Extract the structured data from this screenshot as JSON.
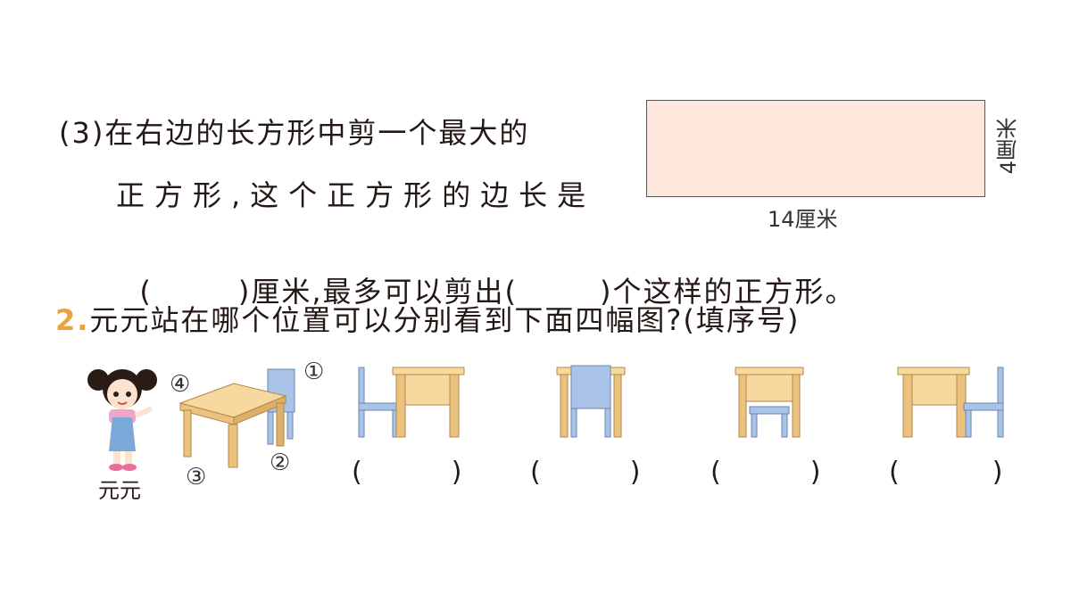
{
  "q3": {
    "line1": "(3)在右边的长方形中剪一个最大的",
    "line2": "正方形,这个正方形的边长是",
    "line3_a": "(",
    "line3_b": ")厘米,最多可以剪出(",
    "line3_c": ")个这样的正方形。",
    "rect_width_label": "14厘米",
    "rect_height_label": "4厘米"
  },
  "q2": {
    "number": "2.",
    "text": "元元站在哪个位置可以分别看到下面四幅图?(填序号)",
    "girl_name": "元元",
    "positions": [
      "①",
      "②",
      "③",
      "④"
    ],
    "answer_blanks": [
      "(",
      ")",
      "(",
      ")",
      "(",
      ")",
      "(",
      ")"
    ]
  },
  "colors": {
    "accent": "#e8a33b",
    "rect_fill": "#fde6dc",
    "table": "#f7d9a0",
    "chair": "#a9c4e8"
  }
}
